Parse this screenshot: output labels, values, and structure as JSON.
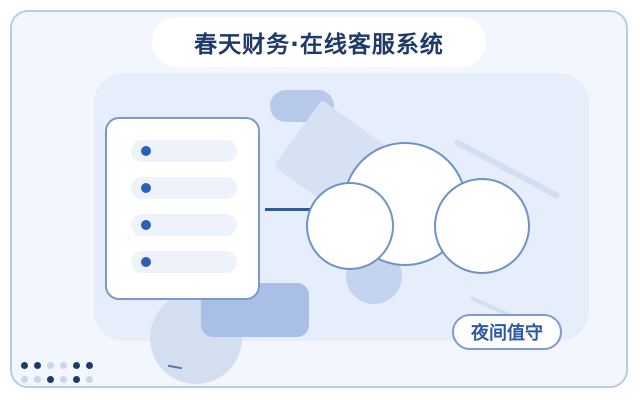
{
  "header": {
    "title": "春天财务·在线客服系统"
  },
  "badge": {
    "label": "夜间值守"
  },
  "list_card": {
    "rows": 4
  },
  "colors": {
    "frame_border": "#b9cbe6",
    "title_text": "#1f3a67",
    "accent_blue": "#2c5fb7",
    "badge_text": "#2b5aa3"
  },
  "icons": {
    "list": "bullet-list-icon",
    "chat": "chat-bubbles-icon",
    "dots": "dot-pattern-icon"
  }
}
